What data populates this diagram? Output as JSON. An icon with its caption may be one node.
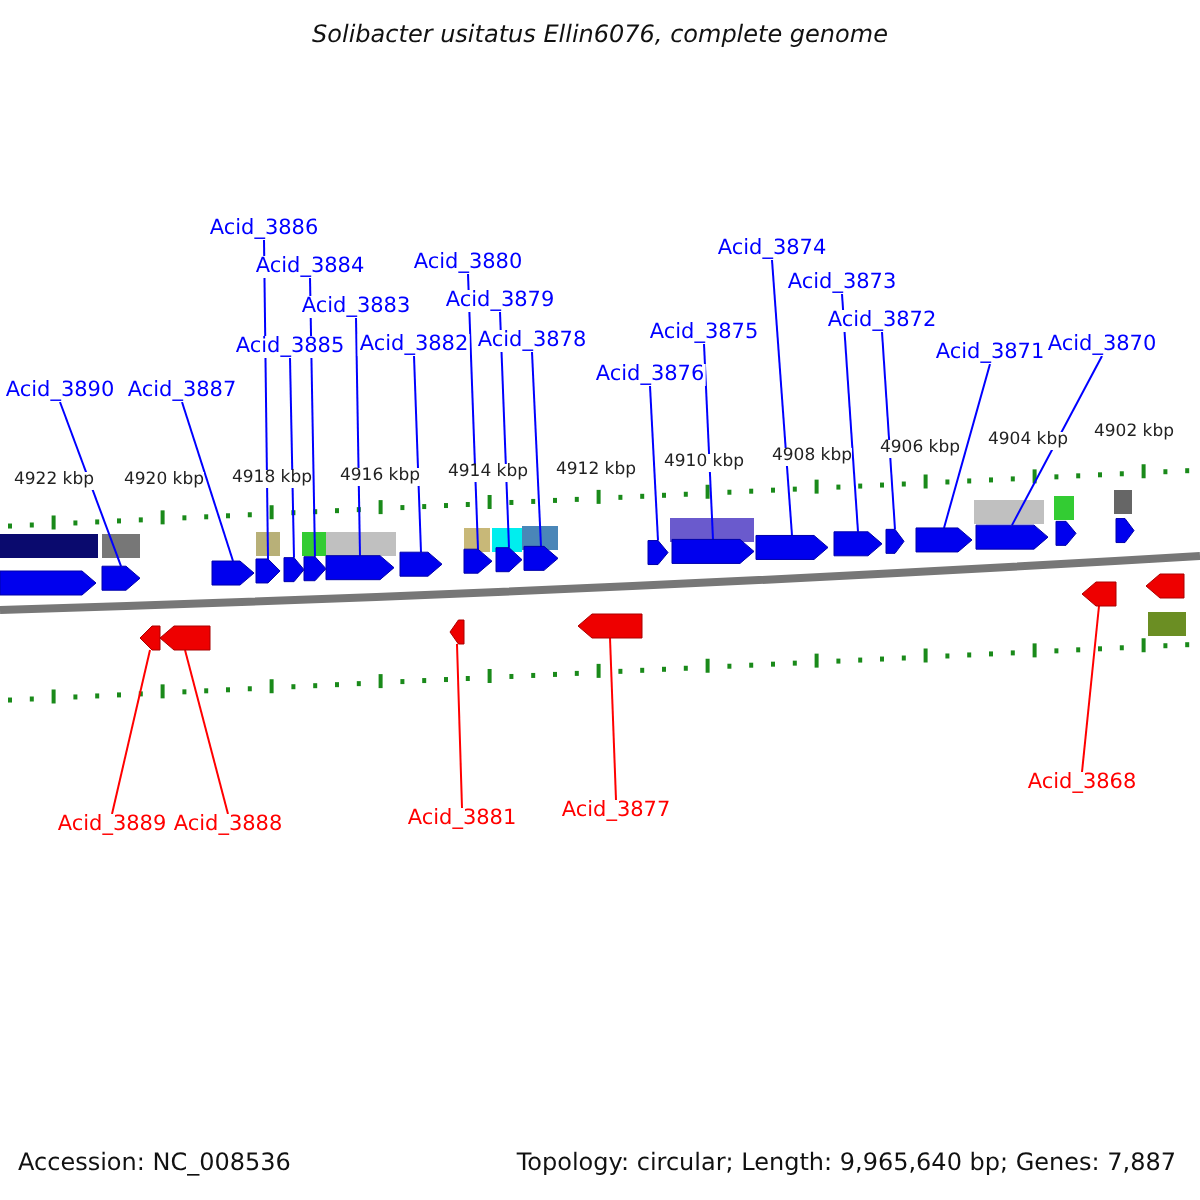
{
  "diagram": {
    "title": "Solibacter usitatus Ellin6076, complete genome",
    "nodes": [
      {
        "text": [
          "Acid_3890"
        ]
      },
      {
        "text": [
          "Acid_3887"
        ]
      },
      {
        "text": [
          "Acid_3886"
        ]
      },
      {
        "text": [
          "Acid_3885"
        ]
      },
      {
        "text": [
          "Acid_3884"
        ]
      },
      {
        "text": [
          "Acid_3883"
        ]
      },
      {
        "text": [
          "Acid_3882"
        ]
      },
      {
        "text": [
          "Acid_3880"
        ]
      },
      {
        "text": [
          "Acid_3879"
        ]
      },
      {
        "text": [
          "Acid_3878"
        ]
      },
      {
        "text": [
          "Acid_3876"
        ]
      },
      {
        "text": [
          "Acid_3875"
        ]
      },
      {
        "text": [
          "Acid_3874"
        ]
      },
      {
        "text": [
          "Acid_3873"
        ]
      },
      {
        "text": [
          "Acid_3872"
        ]
      },
      {
        "text": [
          "Acid_3871"
        ]
      },
      {
        "text": [
          "Acid_3870"
        ]
      },
      {
        "text": [
          "Acid_3889"
        ]
      },
      {
        "text": [
          "Acid_3888"
        ]
      },
      {
        "text": [
          "Acid_3881"
        ]
      },
      {
        "text": [
          "Acid_3877"
        ]
      },
      {
        "text": [
          "Acid_3868"
        ]
      },
      {
        "text": [],
        "shape": "arrow"
      },
      {
        "text": [],
        "shape": "arrow"
      },
      {
        "text": [],
        "shape": "arrow"
      },
      {
        "text": [],
        "shape": "arrow"
      },
      {
        "text": [],
        "shape": "arrow"
      },
      {
        "text": [],
        "shape": "arrow"
      },
      {
        "text": [],
        "shape": "arrow"
      },
      {
        "text": [],
        "shape": "arrow"
      },
      {
        "text": [],
        "shape": "arrow"
      },
      {
        "text": [],
        "shape": "arrow"
      },
      {
        "text": [],
        "shape": "arrow"
      },
      {
        "text": [],
        "shape": "arrow"
      },
      {
        "text": [],
        "shape": "arrow"
      },
      {
        "text": [],
        "shape": "arrow"
      },
      {
        "text": [],
        "shape": "arrow"
      },
      {
        "text": [],
        "shape": "arrow"
      },
      {
        "text": [],
        "shape": "arrow"
      },
      {
        "text": [],
        "shape": "arrow"
      },
      {
        "text": [],
        "shape": "arrow"
      },
      {
        "text": [],
        "shape": "arrow"
      },
      {
        "text": [],
        "shape": "arrow"
      },
      {
        "text": [],
        "shape": "arrow"
      },
      {
        "text": [],
        "shape": "arrow"
      },
      {
        "text": [],
        "shape": "arrow"
      },
      {
        "text": [],
        "shape": "arrow"
      },
      {
        "text": [],
        "shape": "arrow"
      }
    ],
    "edges": [
      {
        "from": 0,
        "to": 22,
        "arrow": "none"
      },
      {
        "from": 1,
        "to": 25,
        "arrow": "none"
      },
      {
        "from": 2,
        "to": 26,
        "arrow": "none"
      },
      {
        "from": 3,
        "to": 27,
        "arrow": "none"
      },
      {
        "from": 4,
        "to": 28,
        "arrow": "none"
      },
      {
        "from": 5,
        "to": 29,
        "arrow": "none"
      },
      {
        "from": 6,
        "to": 30,
        "arrow": "none"
      },
      {
        "from": 7,
        "to": 32,
        "arrow": "none"
      },
      {
        "from": 8,
        "to": 33,
        "arrow": "none"
      },
      {
        "from": 9,
        "to": 34,
        "arrow": "none"
      },
      {
        "from": 10,
        "to": 36,
        "arrow": "none"
      },
      {
        "from": 11,
        "to": 37,
        "arrow": "none"
      },
      {
        "from": 12,
        "to": 38,
        "arrow": "none"
      },
      {
        "from": 13,
        "to": 39,
        "arrow": "none"
      },
      {
        "from": 14,
        "to": 40,
        "arrow": "none"
      },
      {
        "from": 15,
        "to": 41,
        "arrow": "none"
      },
      {
        "from": 16,
        "to": 42,
        "arrow": "none"
      },
      {
        "from": 17,
        "to": 23,
        "arrow": "none",
        "color": "#ff0000"
      },
      {
        "from": 18,
        "to": 24,
        "arrow": "none",
        "color": "#ff0000"
      },
      {
        "from": 19,
        "to": 31,
        "arrow": "none",
        "color": "#ff0000"
      },
      {
        "from": 20,
        "to": 35,
        "arrow": "none",
        "color": "#ff0000"
      },
      {
        "from": 21,
        "to": 43,
        "arrow": "none",
        "color": "#ff0000"
      }
    ],
    "labels": [
      "4922 kbp",
      "4920 kbp",
      "4918 kbp",
      "4916 kbp",
      "4914 kbp",
      "4912 kbp",
      "4910 kbp",
      "4908 kbp",
      "4906 kbp",
      "4904 kbp",
      "4902 kbp",
      "Accession: NC_008536",
      "Topology: circular; Length: 9,965,640 bp; Genes: 7,887"
    ]
  }
}
